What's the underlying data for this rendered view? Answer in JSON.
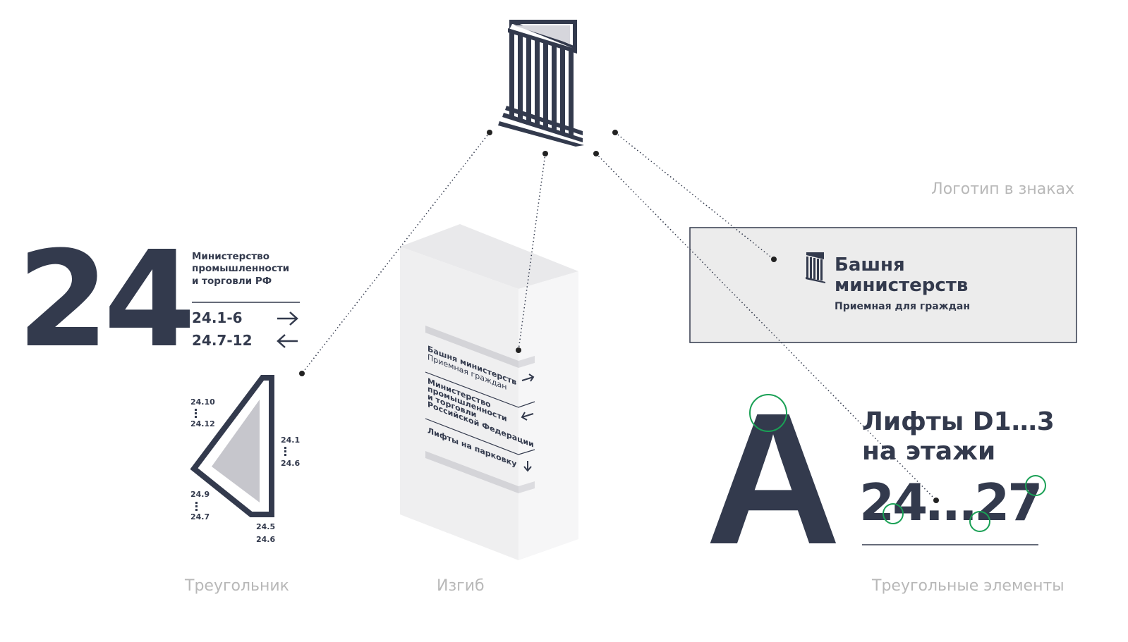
{
  "colors": {
    "ink": "#333a4d",
    "caption": "#b8b8b8",
    "accent": "#1aa055",
    "panel": "#ececec"
  },
  "triangle_section": {
    "big_number": "24",
    "ministry_lines": [
      "Министерство",
      "промышленности",
      "и торговли РФ"
    ],
    "routes": [
      {
        "label": "24.1-6",
        "arrow": "arrow-right-icon"
      },
      {
        "label": "24.7-12",
        "arrow": "arrow-left-icon"
      }
    ],
    "labels": {
      "top_left_a": "24.10",
      "top_left_b": "24.12",
      "right_a": "24.1",
      "right_b": "24.6",
      "bottom_left_a": "24.9",
      "bottom_left_b": "24.7",
      "bottom_a": "24.5",
      "bottom_b": "24.6"
    },
    "caption": "Треугольник"
  },
  "bend_section": {
    "sign_title": "Башня министерств",
    "sign_subtitle": "Приемная граждан",
    "ministry_lines": [
      "Министерство",
      "промышленности",
      "и торговли",
      "Российской Федерации"
    ],
    "parking": "Лифты на парковку",
    "caption": "Изгиб"
  },
  "logo_section": {
    "caption": "Логотип в знаках",
    "name_line1": "Башня",
    "name_line2": "министерств",
    "subtitle": "Приемная для граждан"
  },
  "elements_section": {
    "big_letter": "А",
    "line1": "Лифты D1…3",
    "line2": "на этажи",
    "floors": "24…27",
    "caption": "Треугольные элементы"
  }
}
